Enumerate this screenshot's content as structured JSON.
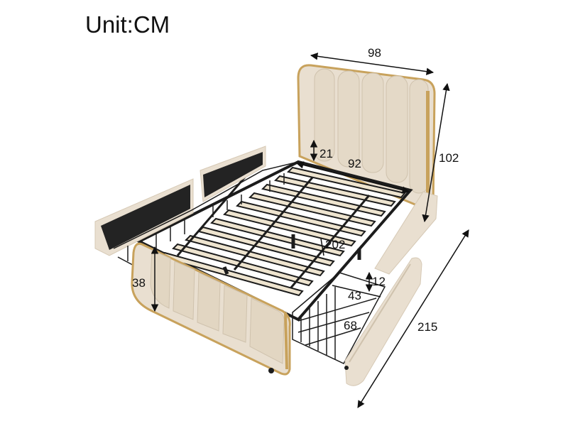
{
  "unit_label": "Unit:CM",
  "dimensions": {
    "headboard_width": "98",
    "headboard_height": "102",
    "headboard_gap": "21",
    "inner_width": "92",
    "inner_length": "202",
    "footboard_height": "38",
    "drawer_depth": "12",
    "drawer_width": "43",
    "drawer_length": "68",
    "total_length": "215"
  },
  "colors": {
    "upholstery": "#e9dfd0",
    "upholstery_shadow": "#d6c9b5",
    "slat": "#eee4cf",
    "metal": "#1c1c1c",
    "gold_trim": "#c8a25c",
    "drawer_back": "#232323"
  }
}
